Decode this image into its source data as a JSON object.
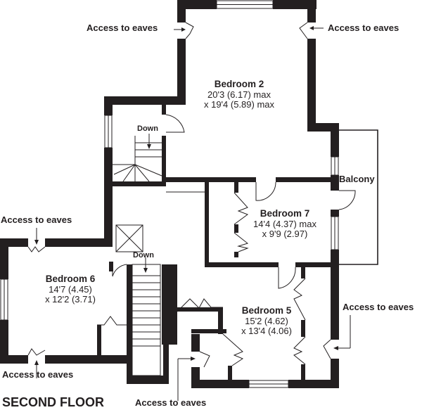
{
  "floor": {
    "title": "SECOND FLOOR"
  },
  "rooms": [
    {
      "name": "Bedroom 2",
      "dim1": "20'3 (6.17) max",
      "dim2": "x 19'4 (5.89) max"
    },
    {
      "name": "Bedroom 7",
      "dim1": "14'4 (4.37) max",
      "dim2": "x 9'9 (2.97)"
    },
    {
      "name": "Bedroom 6",
      "dim1": "14'7 (4.45)",
      "dim2": "x 12'2 (3.71)"
    },
    {
      "name": "Bedroom 5",
      "dim1": "15'2 (4.62)",
      "dim2": "x 13'4 (4.06)"
    }
  ],
  "labels": {
    "balcony": "Balcony",
    "down_top": "Down",
    "down_mid": "Down",
    "eaves": [
      "Access to eaves",
      "Access to eaves",
      "Access to eaves",
      "Access to eaves",
      "Access to eaves",
      "Access to eaves"
    ]
  },
  "colors": {
    "wall": "#231f20",
    "background": "#ffffff"
  }
}
